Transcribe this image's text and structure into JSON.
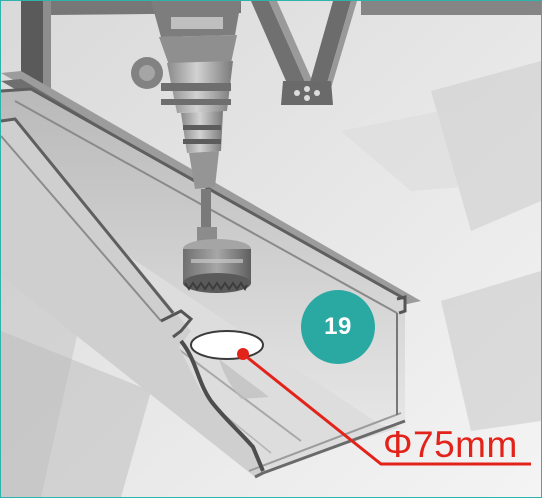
{
  "figure": {
    "step_number": "19",
    "dimension_label": "Φ75mm",
    "colors": {
      "badge": "#2aa9a3",
      "annotation": "#e2231a",
      "frame": "#2fb3ad"
    },
    "icons": {
      "step_badge": "teal-circle",
      "marker": "red-dot-leader-line"
    }
  }
}
